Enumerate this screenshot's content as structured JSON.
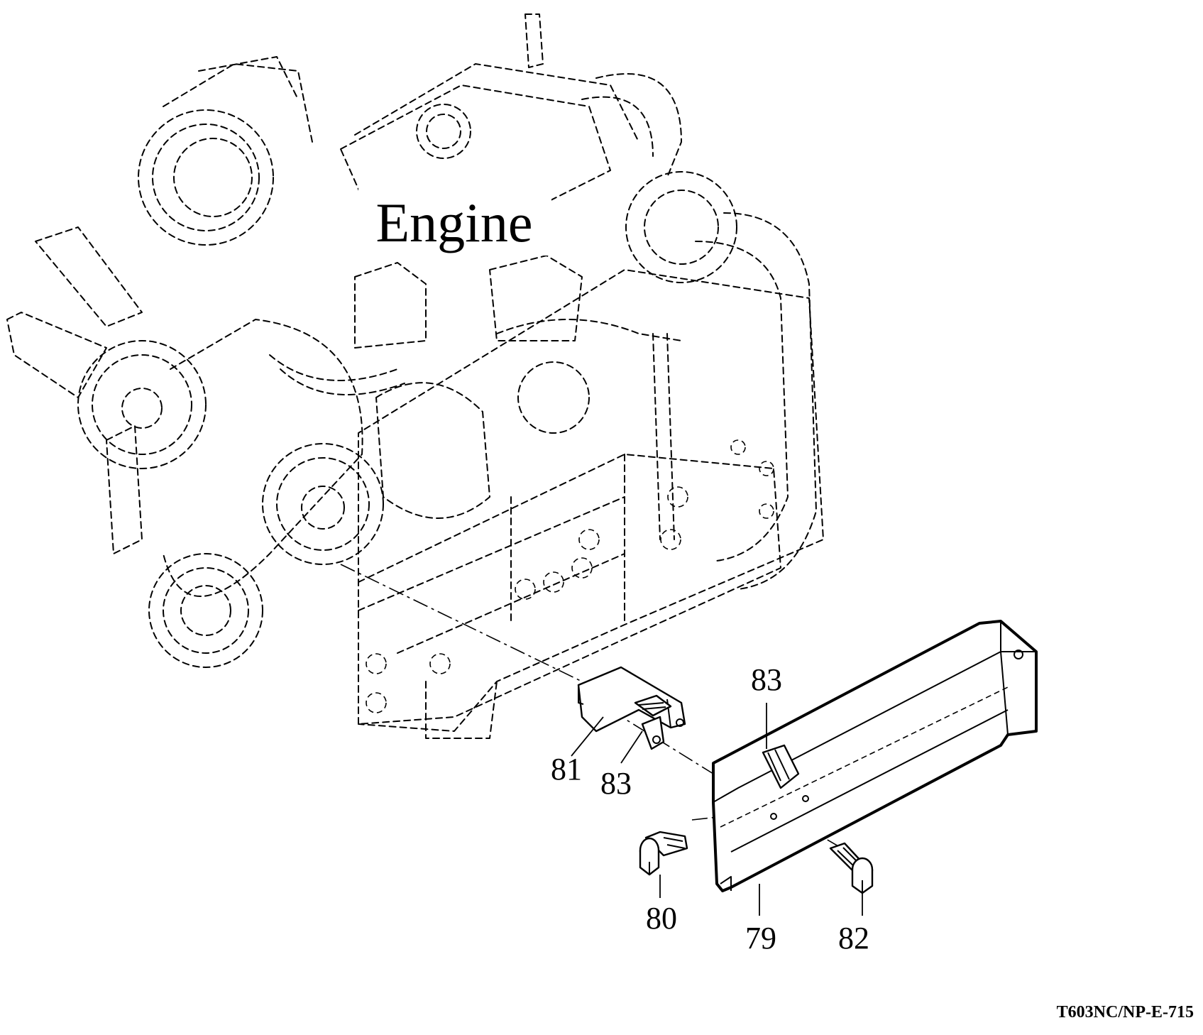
{
  "diagram": {
    "engine_label": "Engine",
    "reference_code": "T603NC/NP-E-715",
    "callouts": {
      "c79": "79",
      "c80": "80",
      "c81": "81",
      "c82": "82",
      "c83a": "83",
      "c83b": "83"
    }
  }
}
